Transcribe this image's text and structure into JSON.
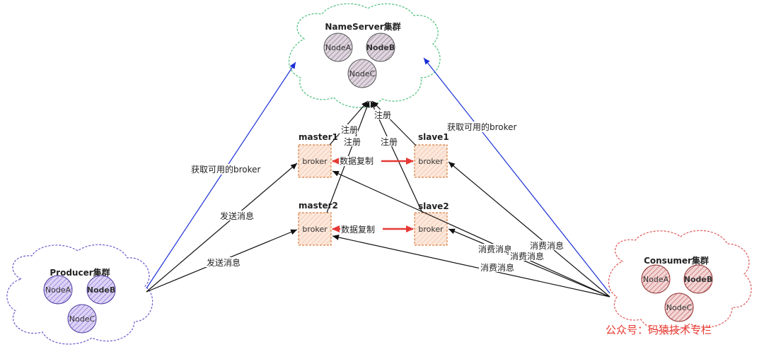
{
  "clusters": {
    "nameserver": {
      "title": "NameServer集群",
      "nodes": [
        "NodeA",
        "NodeB",
        "NodeC"
      ],
      "stroke": "#4cbf7a",
      "fill": "#b8a8b8"
    },
    "producer": {
      "title": "Producer集群",
      "nodes": [
        "NodeA",
        "NodeB",
        "NodeC"
      ],
      "stroke": "#6a5acd",
      "fill": "#9f87e0"
    },
    "consumer": {
      "title": "Consumer集群",
      "nodes": [
        "NodeA",
        "NodeB",
        "NodeC"
      ],
      "stroke": "#e05555",
      "fill": "#d98a8a"
    }
  },
  "brokers": {
    "master1": {
      "title": "master1",
      "label": "broker"
    },
    "master2": {
      "title": "master2",
      "label": "broker"
    },
    "slave1": {
      "title": "slave1",
      "label": "broker"
    },
    "slave2": {
      "title": "slave2",
      "label": "broker"
    }
  },
  "edge_labels": {
    "register": "注册",
    "replicate": "数据复制",
    "get_broker": "获取可用的broker",
    "send_msg": "发送消息",
    "consume": "消费消息"
  },
  "colors": {
    "broker_fill": "#fbe3d6",
    "broker_stroke": "#d2691e",
    "replicate_arrow": "#e53935",
    "lookup_arrow": "#1a2fd6"
  },
  "watermark": "公众号：码猿技术专栏"
}
